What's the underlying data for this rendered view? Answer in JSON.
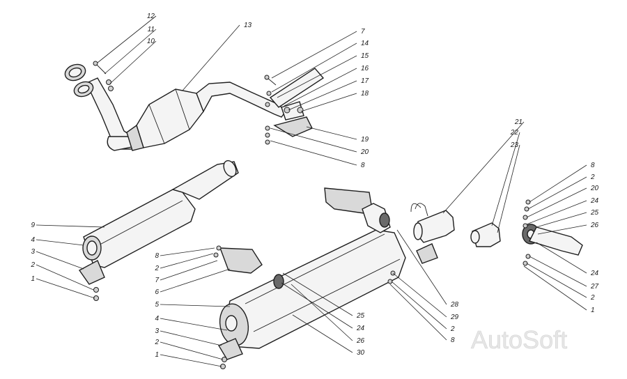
{
  "watermark": "AutoSoft",
  "callouts": [
    {
      "label": "12"
    },
    {
      "label": "11"
    },
    {
      "label": "10"
    },
    {
      "label": "13"
    },
    {
      "label": "7"
    },
    {
      "label": "14"
    },
    {
      "label": "15"
    },
    {
      "label": "16"
    },
    {
      "label": "17"
    },
    {
      "label": "18"
    },
    {
      "label": "19"
    },
    {
      "label": "20"
    },
    {
      "label": "8"
    },
    {
      "label": "9"
    },
    {
      "label": "4"
    },
    {
      "label": "3"
    },
    {
      "label": "2"
    },
    {
      "label": "1"
    },
    {
      "label": "8"
    },
    {
      "label": "2"
    },
    {
      "label": "7"
    },
    {
      "label": "6"
    },
    {
      "label": "5"
    },
    {
      "label": "4"
    },
    {
      "label": "3"
    },
    {
      "label": "2"
    },
    {
      "label": "1"
    },
    {
      "label": "25"
    },
    {
      "label": "24"
    },
    {
      "label": "26"
    },
    {
      "label": "30"
    },
    {
      "label": "28"
    },
    {
      "label": "29"
    },
    {
      "label": "2"
    },
    {
      "label": "8"
    },
    {
      "label": "21"
    },
    {
      "label": "22"
    },
    {
      "label": "23"
    },
    {
      "label": "8"
    },
    {
      "label": "2"
    },
    {
      "label": "20"
    },
    {
      "label": "24"
    },
    {
      "label": "25"
    },
    {
      "label": "26"
    },
    {
      "label": "24"
    },
    {
      "label": "27"
    },
    {
      "label": "2"
    },
    {
      "label": "1"
    }
  ]
}
